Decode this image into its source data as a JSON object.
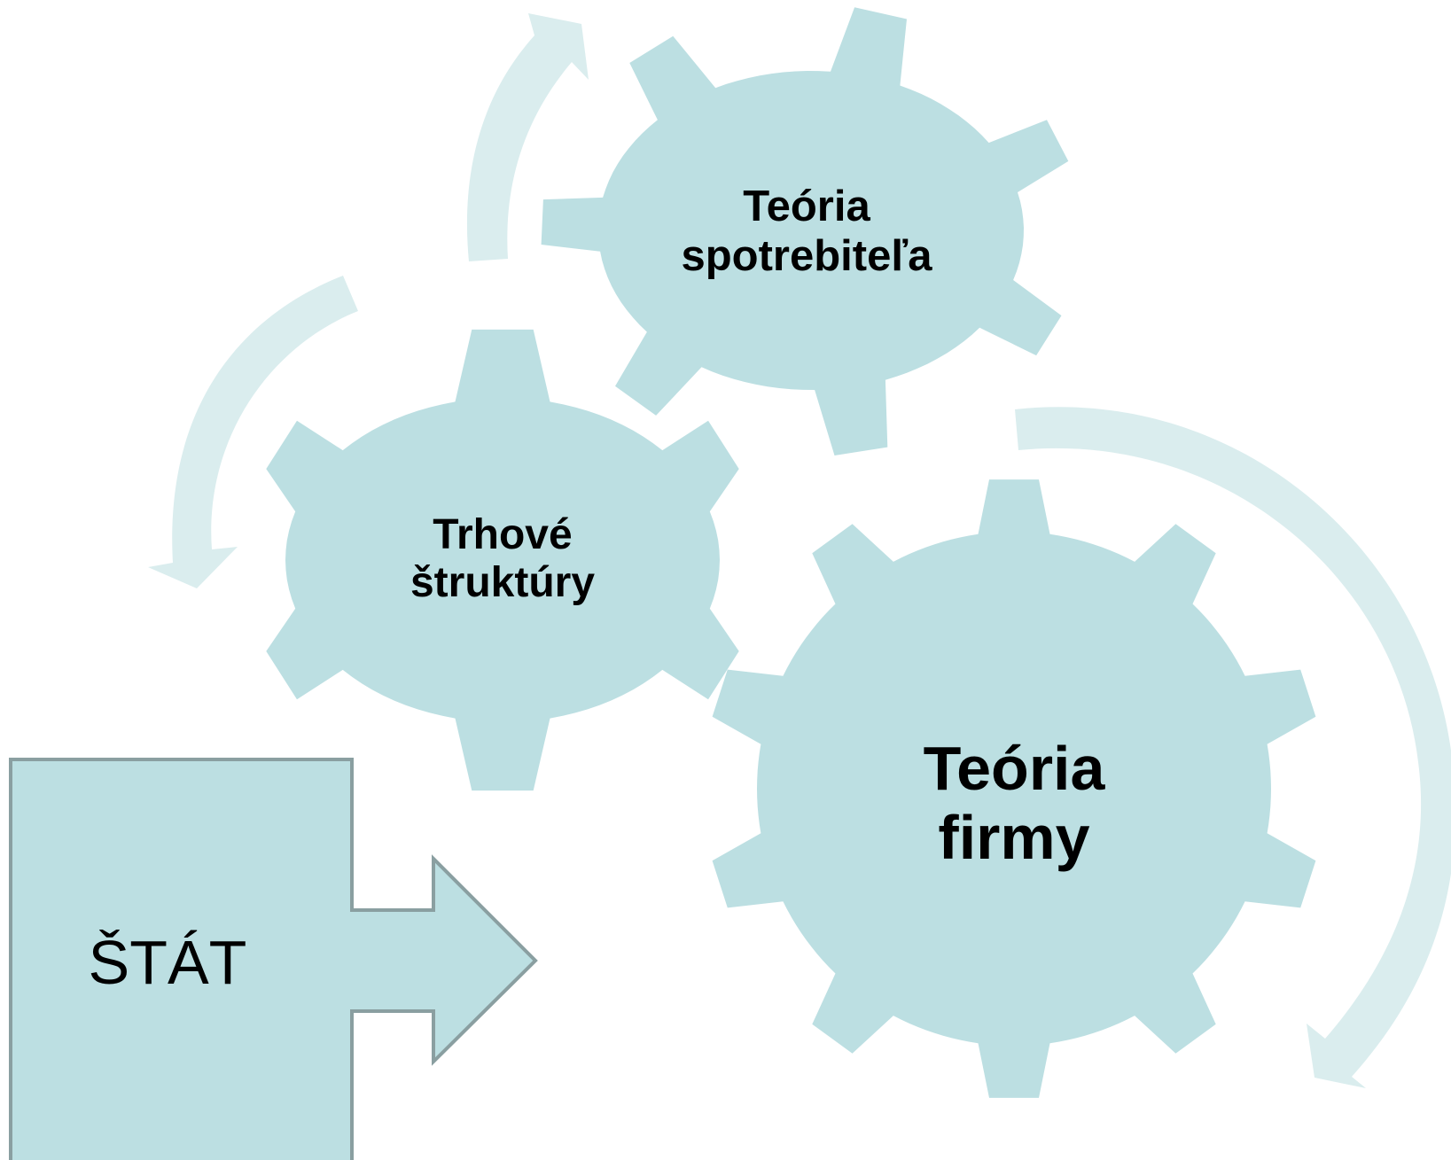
{
  "gears": {
    "consumer": {
      "line1": "Teória",
      "line2": "spotrebiteľa"
    },
    "market": {
      "line1": "Trhové",
      "line2": "štruktúry"
    },
    "firm": {
      "line1": "Teória",
      "line2": "firmy"
    }
  },
  "state_box": {
    "label": "ŠTÁT"
  },
  "colors": {
    "gear_fill": "#bcdfe2",
    "arrow_fill": "#daedee",
    "callout_fill": "#bcdfe2",
    "callout_stroke": "#8a9fa1",
    "text": "#000000"
  }
}
